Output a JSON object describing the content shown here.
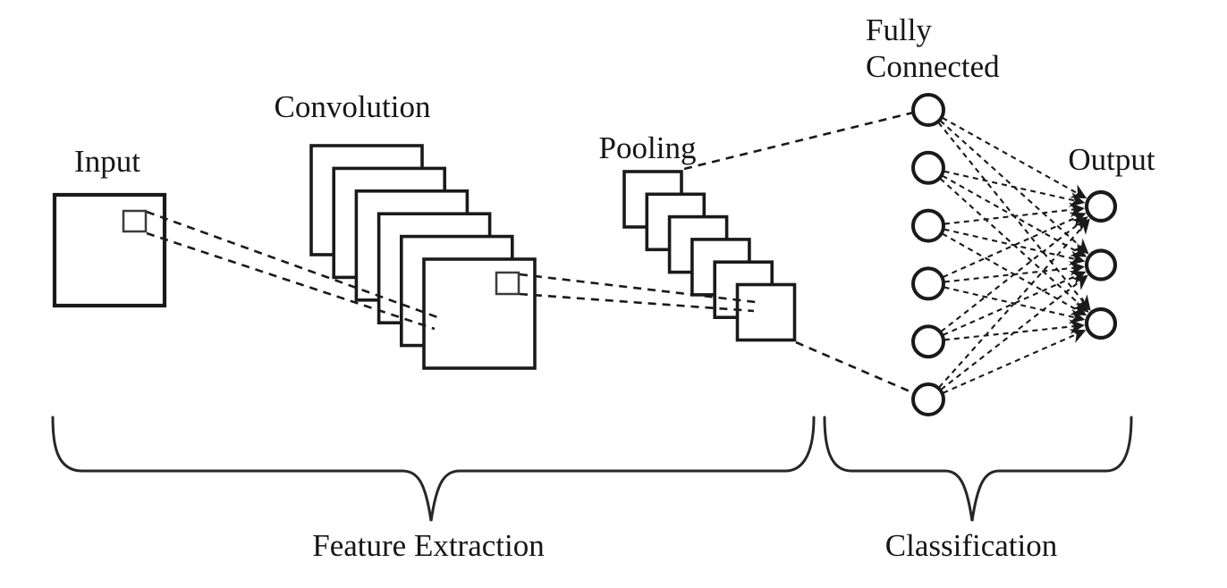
{
  "diagram": {
    "type": "cnn-architecture",
    "labels": {
      "input": "Input",
      "convolution": "Convolution",
      "pooling": "Pooling",
      "fully_connected_line1": "Fully",
      "fully_connected_line2": "Connected",
      "output": "Output"
    },
    "stages": {
      "feature_extraction": "Feature Extraction",
      "classification": "Classification"
    },
    "structure": {
      "convolution_maps": 6,
      "pooling_maps": 6,
      "fully_connected_nodes": 6,
      "output_nodes": 3
    },
    "colors": {
      "line": "#1a1a1a",
      "background": "#ffffff"
    }
  }
}
